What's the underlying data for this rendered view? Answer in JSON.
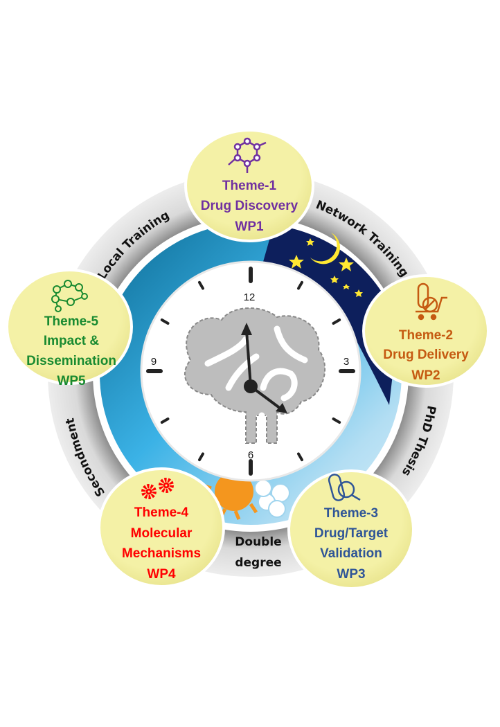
{
  "ring_labels": {
    "local_training": "Local Training",
    "network_training": "Network Training",
    "phd_thesis": "PhD Thesis",
    "secondment": "Secondment",
    "double_degree_line1": "Double",
    "double_degree_line2": "degree"
  },
  "clock": {
    "n12": "12",
    "n3": "3",
    "n6": "6",
    "n9": "9"
  },
  "themes": [
    {
      "title": "Theme-1",
      "line1": "Drug Discovery",
      "line2": "",
      "wp": "WP1",
      "color": "#7030a0",
      "icon": "molecule-icon"
    },
    {
      "title": "Theme-2",
      "line1": "Drug Delivery",
      "line2": "",
      "wp": "WP2",
      "color": "#c55a11",
      "icon": "pill-cart-icon"
    },
    {
      "title": "Theme-3",
      "line1": "Drug/Target",
      "line2": "Validation",
      "wp": "WP3",
      "color": "#2f5597",
      "icon": "capsule-magnifier-icon"
    },
    {
      "title": "Theme-4",
      "line1": "Molecular",
      "line2": "Mechanisms",
      "wp": "WP4",
      "color": "#ff0000",
      "icon": "gears-icon"
    },
    {
      "title": "Theme-5",
      "line1": "Impact &",
      "line2": "Dissemination",
      "wp": "WP5",
      "color": "#188a30",
      "icon": "network-people-icon"
    }
  ],
  "colors": {
    "bubble_fill": "#f3f0a4",
    "ring_gray": "#c8c8c8",
    "night": "#0d1f5c",
    "teal": "#0f7aa6",
    "light_blue": "#bde3f5"
  }
}
